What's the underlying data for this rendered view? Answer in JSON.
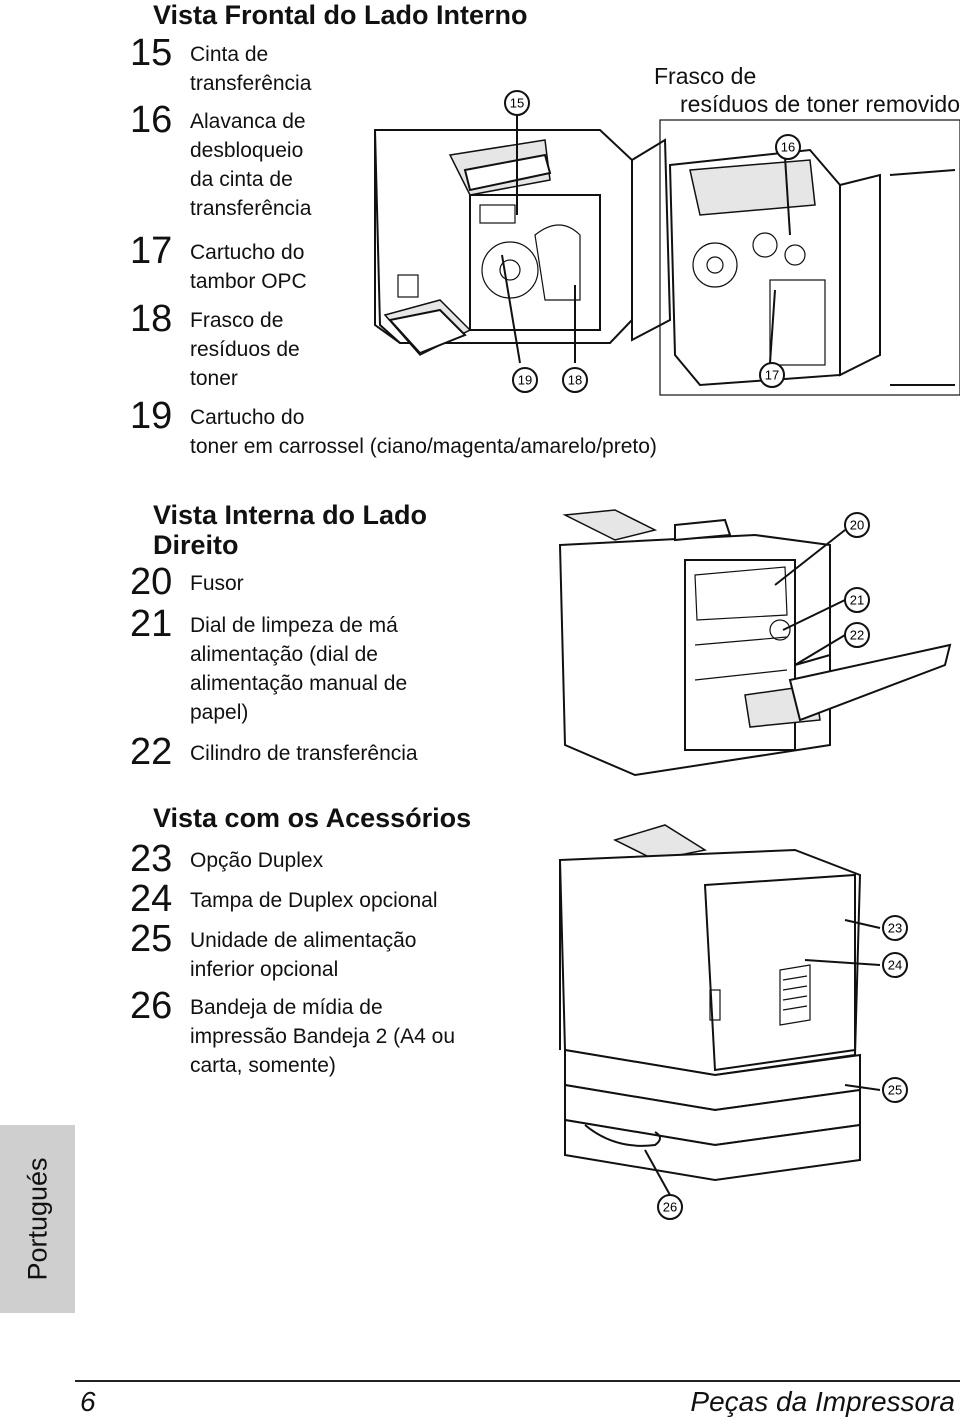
{
  "section1": {
    "title": "Vista Frontal do Lado Interno",
    "items": [
      {
        "num": "15",
        "lines": [
          "Cinta de",
          "transferência"
        ]
      },
      {
        "num": "16",
        "lines": [
          "Alavanca de",
          "desbloqueio",
          "da cinta de",
          "transferência"
        ]
      },
      {
        "num": "17",
        "lines": [
          "Cartucho do",
          "tambor OPC"
        ]
      },
      {
        "num": "18",
        "lines": [
          "Frasco de",
          "resíduos de",
          "toner"
        ]
      },
      {
        "num": "19",
        "lines": [
          "Cartucho do",
          "toner em carrossel (ciano/magenta/amarelo/preto)"
        ]
      }
    ],
    "caption_lines": [
      "Frasco de",
      "resíduos de toner removido"
    ],
    "callouts": [
      "15",
      "16",
      "17",
      "18",
      "19"
    ]
  },
  "section2": {
    "title_lines": [
      "Vista Interna do Lado",
      "Direito"
    ],
    "items": [
      {
        "num": "20",
        "lines": [
          "Fusor"
        ]
      },
      {
        "num": "21",
        "lines": [
          "Dial de limpeza de má",
          "alimentação (dial de",
          "alimentação manual de",
          "papel)"
        ]
      },
      {
        "num": "22",
        "lines": [
          "Cilindro de transferência"
        ]
      }
    ],
    "callouts": [
      "20",
      "21",
      "22"
    ]
  },
  "section3": {
    "title": "Vista com os Acessórios",
    "items": [
      {
        "num": "23",
        "lines": [
          "Opção Duplex"
        ]
      },
      {
        "num": "24",
        "lines": [
          "Tampa de Duplex opcional"
        ]
      },
      {
        "num": "25",
        "lines": [
          "Unidade de alimentação",
          "inferior opcional"
        ]
      },
      {
        "num": "26",
        "lines": [
          "Bandeja de mídia de",
          "impressão Bandeja 2 (A4 ou",
          "carta, somente)"
        ]
      }
    ],
    "callouts": [
      "23",
      "24",
      "25",
      "26"
    ]
  },
  "side_tab": "Portugués",
  "footer": {
    "page_number": "6",
    "title": "Peças da Impressora"
  }
}
